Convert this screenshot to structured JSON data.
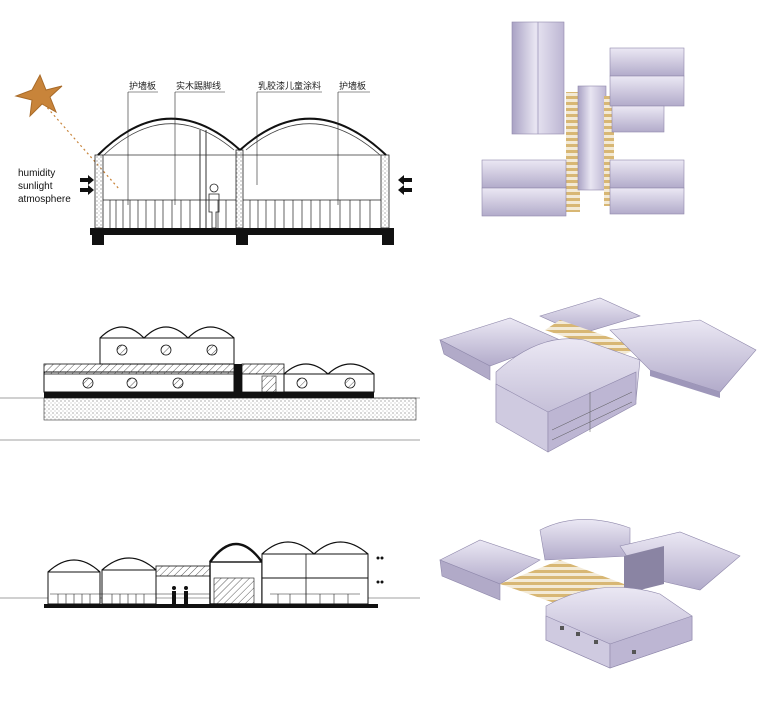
{
  "section_labels": {
    "wall_panel_left": "护墙板",
    "solid_wood_baseboard": "实木踢脚线",
    "latex_paint": "乳胶漆儿童涂料",
    "wall_panel_right": "护墙板"
  },
  "climate_labels": {
    "humidity": "humidity",
    "sunlight": "sunlight",
    "atmosphere": "atmosphere"
  },
  "colors": {
    "line": "#111111",
    "sun": "#c8843a",
    "roof_shade": "#b7b0cf",
    "roof_light": "#e9e6f3",
    "deck": "#d8b774"
  },
  "icons": [
    "sun-icon",
    "arrow-icon",
    "person-icon"
  ]
}
